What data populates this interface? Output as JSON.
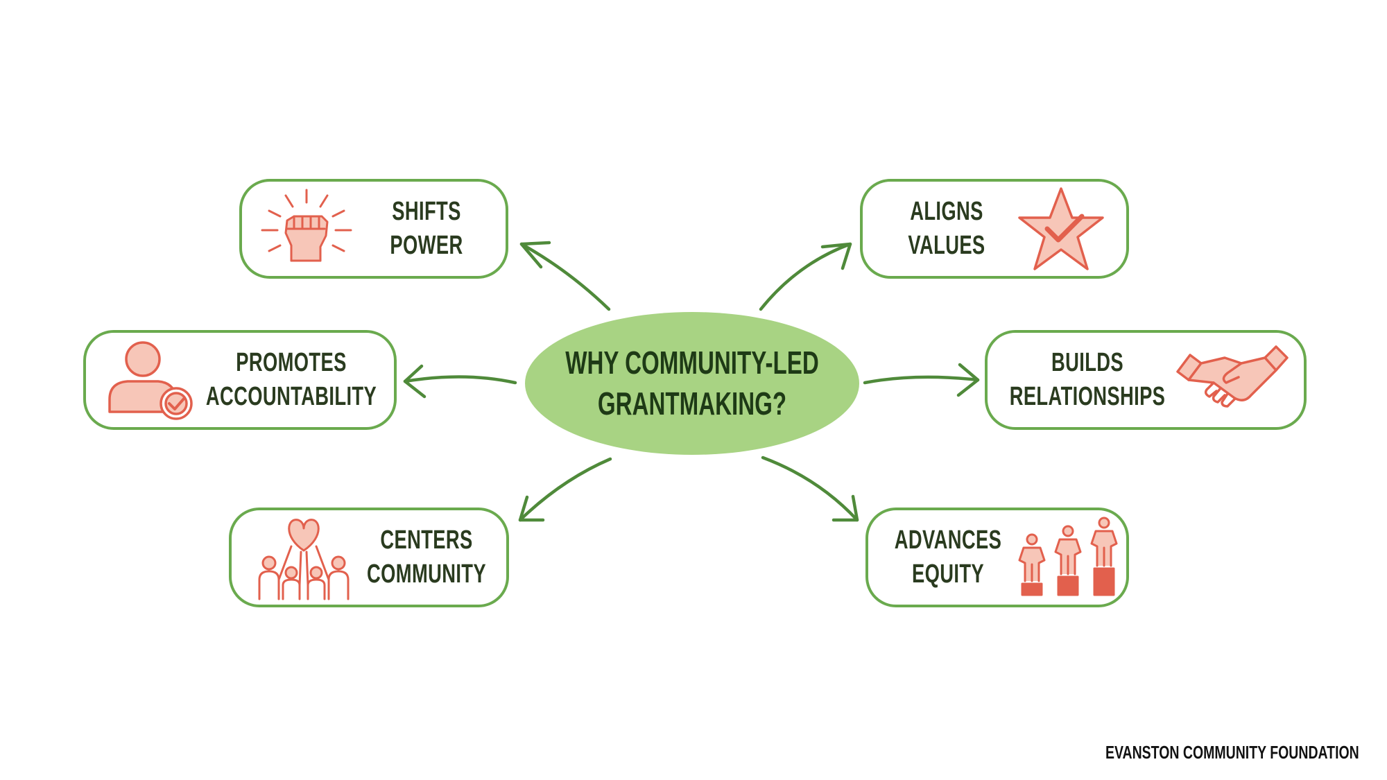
{
  "center": {
    "line1": "WHY COMMUNITY-LED",
    "line2": "GRANTMAKING?"
  },
  "nodes": {
    "shifts_power": {
      "line1": "SHIFTS",
      "line2": "POWER",
      "icon": "raised-fist-icon"
    },
    "aligns_values": {
      "line1": "ALIGNS",
      "line2": "VALUES",
      "icon": "star-check-icon"
    },
    "promotes_accountability": {
      "line1": "PROMOTES",
      "line2": "ACCOUNTABILITY",
      "icon": "person-check-icon"
    },
    "builds_relationships": {
      "line1": "BUILDS",
      "line2": "RELATIONSHIPS",
      "icon": "handshake-icon"
    },
    "centers_community": {
      "line1": "CENTERS",
      "line2": "COMMUNITY",
      "icon": "community-heart-icon"
    },
    "advances_equity": {
      "line1": "ADVANCES",
      "line2": "EQUITY",
      "icon": "equity-podium-icon"
    }
  },
  "footer": {
    "org": "EVANSTON COMMUNITY FOUNDATION"
  },
  "colors": {
    "border": "#6aaa4e",
    "arrow": "#4f8a3a",
    "center_fill": "#a8d383",
    "icon_stroke": "#e2604d",
    "icon_fill": "#f7c6b8",
    "text": "#2a3b1f"
  }
}
